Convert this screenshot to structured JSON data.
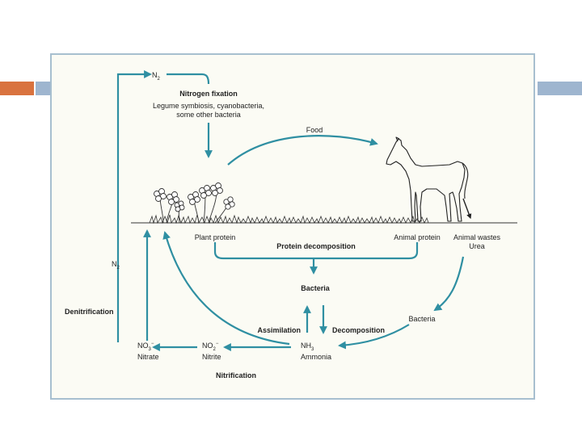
{
  "colors": {
    "arrow": "#2f8fa2",
    "panel_border": "#a7bfcf",
    "accent_orange": "#d9733f",
    "accent_blue": "#9eb5cf"
  },
  "labels": {
    "n2_top": "N",
    "n2_top_sub": "2",
    "nitrogen_fixation": "Nitrogen fixation",
    "fixation_desc_1": "Legume symbiosis, cyanobacteria,",
    "fixation_desc_2": "some other bacteria",
    "food": "Food",
    "plant_protein": "Plant protein",
    "protein_decomposition": "Protein decomposition",
    "animal_protein": "Animal protein",
    "animal_wastes": "Animal wastes",
    "urea": "Urea",
    "n2_left": "N",
    "n2_left_sub": "2",
    "denitrification": "Denitrification",
    "bacteria_center": "Bacteria",
    "bacteria_right": "Bacteria",
    "assimilation": "Assimilation",
    "decomposition": "Decomposition",
    "no3": "NO",
    "no3_sub": "3",
    "no3_sup": "−",
    "nitrate": "Nitrate",
    "no2": "NO",
    "no2_sub": "2",
    "no2_sup": "−",
    "nitrite": "Nitrite",
    "nh3": "NH",
    "nh3_sub": "3",
    "ammonia": "Ammonia",
    "nitrification": "Nitrification"
  },
  "icons": [
    "clover-plant-icon",
    "horse-icon",
    "grass-icon"
  ]
}
